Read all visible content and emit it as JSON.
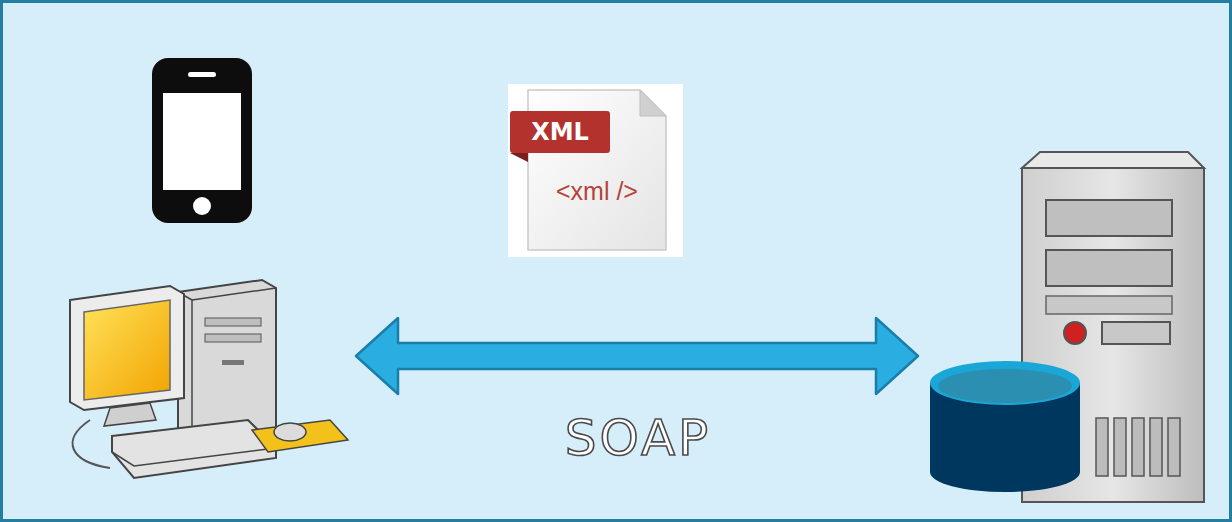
{
  "diagram": {
    "labels": [
      "XML",
      "<xml />",
      "SOAP"
    ]
  }
}
